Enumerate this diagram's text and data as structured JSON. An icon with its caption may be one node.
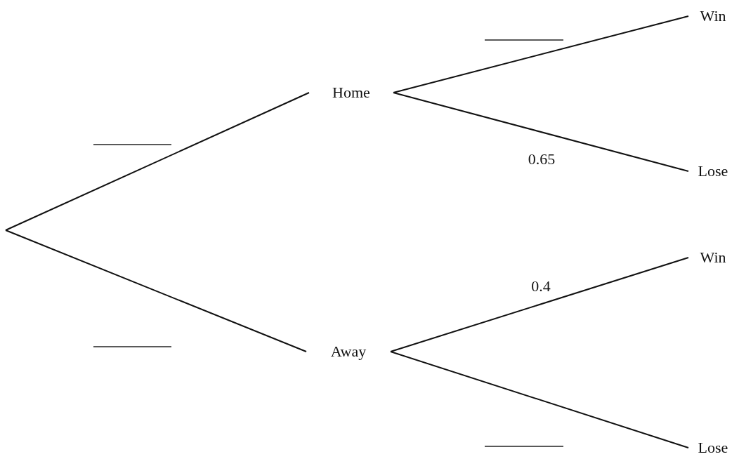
{
  "diagram": {
    "nodes": [
      {
        "text": [
          "Home"
        ]
      },
      {
        "text": [
          "Away"
        ]
      },
      {
        "text": [
          "Win"
        ]
      },
      {
        "text": [
          "Lose"
        ]
      },
      {
        "text": [
          "Win"
        ]
      },
      {
        "text": [
          "Lose"
        ]
      }
    ],
    "edges": [
      {
        "from": null,
        "to": 0,
        "arrow": "none"
      },
      {
        "from": null,
        "to": 1,
        "arrow": "none"
      },
      {
        "from": 0,
        "to": 2,
        "arrow": "none"
      },
      {
        "from": 0,
        "to": 3,
        "arrow": "none",
        "label": "0.65"
      },
      {
        "from": 1,
        "to": 4,
        "arrow": "none",
        "label": "0.4"
      },
      {
        "from": 1,
        "to": 5,
        "arrow": "none"
      }
    ]
  }
}
